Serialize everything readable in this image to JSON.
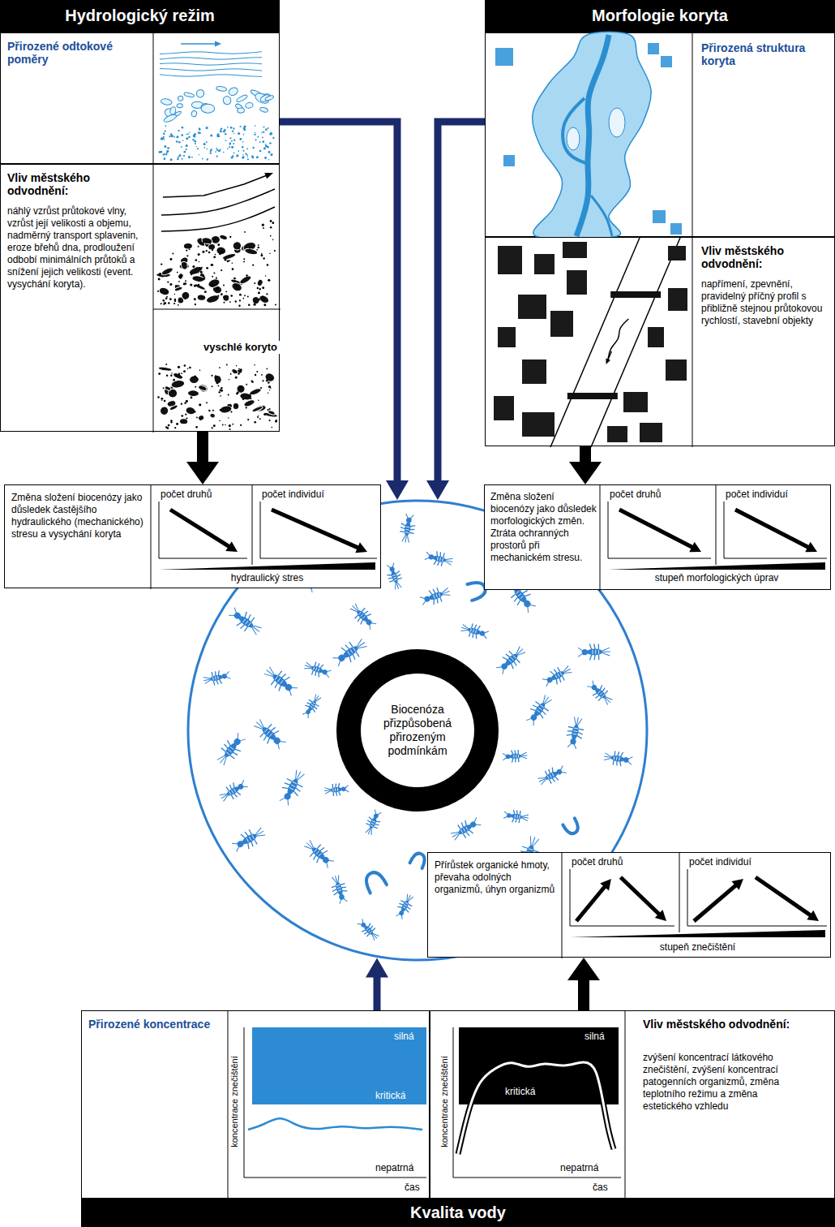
{
  "diagram": {
    "nodes": [
      {
        "text": [
          "Hydrologický režim"
        ]
      },
      {
        "text": [
          "Přirozené odtokové poměry"
        ]
      },
      {
        "text": [
          "Vliv městského odvodnění:",
          "náhlý vzrůst průtokové vlny, vzrůst její velikosti a objemu, nadměrný transport splavenin, eroze břehů dna, prodloužení odbobí minimálních průtoků a snížení jejich velikosti (event. vysychání koryta)."
        ]
      },
      {
        "text": [
          "Morfologie koryta"
        ]
      },
      {
        "text": [
          "Přirozená struktura koryta"
        ]
      },
      {
        "text": [
          "Vliv městského odvodnění:",
          "napřímení, zpevnění, pravidelný příčný profil s přibližně stejnou průtokovou rychlostí, stavební objekty"
        ]
      },
      {
        "text": [
          "Změna složení biocenózy jako důsledek častějšího hydraulického (mechanického) stresu a vysychání koryta",
          "počet druhů",
          "počet individuí",
          "hydraulický stres"
        ]
      },
      {
        "text": [
          "Změna složení biocenózy jako důsledek morfologických změn. Ztráta ochranných prostorů při mechanickém stresu.",
          "počet druhů",
          "počet individuí",
          "stupeň morfologických úprav"
        ]
      },
      {
        "text": [
          "Biocenóza přizpůsobená přirozeným podmínkám"
        ]
      },
      {
        "text": [
          "Přírůstek organické hmoty, převaha odolných organizmů, úhyn organizmů",
          "počet druhů",
          "počet individuí",
          "stupeň znečištění"
        ]
      },
      {
        "text": [
          "Přirozené koncentrace",
          "silná",
          "kritická",
          "nepatrná",
          "koncentrace znečištění",
          "čas"
        ]
      },
      {
        "text": [
          "Vliv městského odvodnění:",
          "zvýšení koncentrací látkového znečištění, zvýšení koncentrací patogenních organizmů, změna teplotního režimu a změna estetického vzhledu",
          "silná",
          "kritická",
          "nepatrná",
          "koncentrace znečištění",
          "čas"
        ]
      },
      {
        "text": [
          "Kvalita vody"
        ]
      }
    ],
    "edges": [
      {
        "from": 2,
        "to": 6,
        "arrow": "to"
      },
      {
        "from": 5,
        "to": 7,
        "arrow": "to"
      },
      {
        "from": 1,
        "to": 8,
        "arrow": "to"
      },
      {
        "from": 4,
        "to": 8,
        "arrow": "to"
      },
      {
        "from": 10,
        "to": 8,
        "arrow": "to"
      },
      {
        "from": 11,
        "to": 9,
        "arrow": "to"
      }
    ],
    "labels": [
      "vyschlé koryto"
    ]
  }
}
